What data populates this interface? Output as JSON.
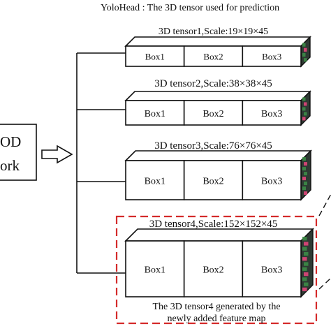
{
  "header": {
    "title": "YoloHead : The 3D tensor used for prediction"
  },
  "network": {
    "label_line1": "OD",
    "label_line2": "ork"
  },
  "tensors": [
    {
      "label": "3D tensor1,Scale:19×19×45",
      "boxes": [
        "Box1",
        "Box2",
        "Box3"
      ]
    },
    {
      "label": "3D tensor2,Scale:38×38×45",
      "boxes": [
        "Box1",
        "Box2",
        "Box3"
      ]
    },
    {
      "label": "3D tensor3,Scale:76×76×45",
      "boxes": [
        "Box1",
        "Box2",
        "Box3"
      ]
    },
    {
      "label": "3D tensor4,Scale:152×152×45",
      "boxes": [
        "Box1",
        "Box2",
        "Box3"
      ]
    }
  ],
  "highlight": {
    "caption_line1": "The 3D tensor4 generated by the",
    "caption_line2": "newly added feature map"
  },
  "colors": {
    "stroke": "#111111",
    "highlight": "#d42a2a",
    "face_green": "#3c8c46",
    "face_pink": "#e0467a",
    "face_dark": "#2e3a33"
  }
}
